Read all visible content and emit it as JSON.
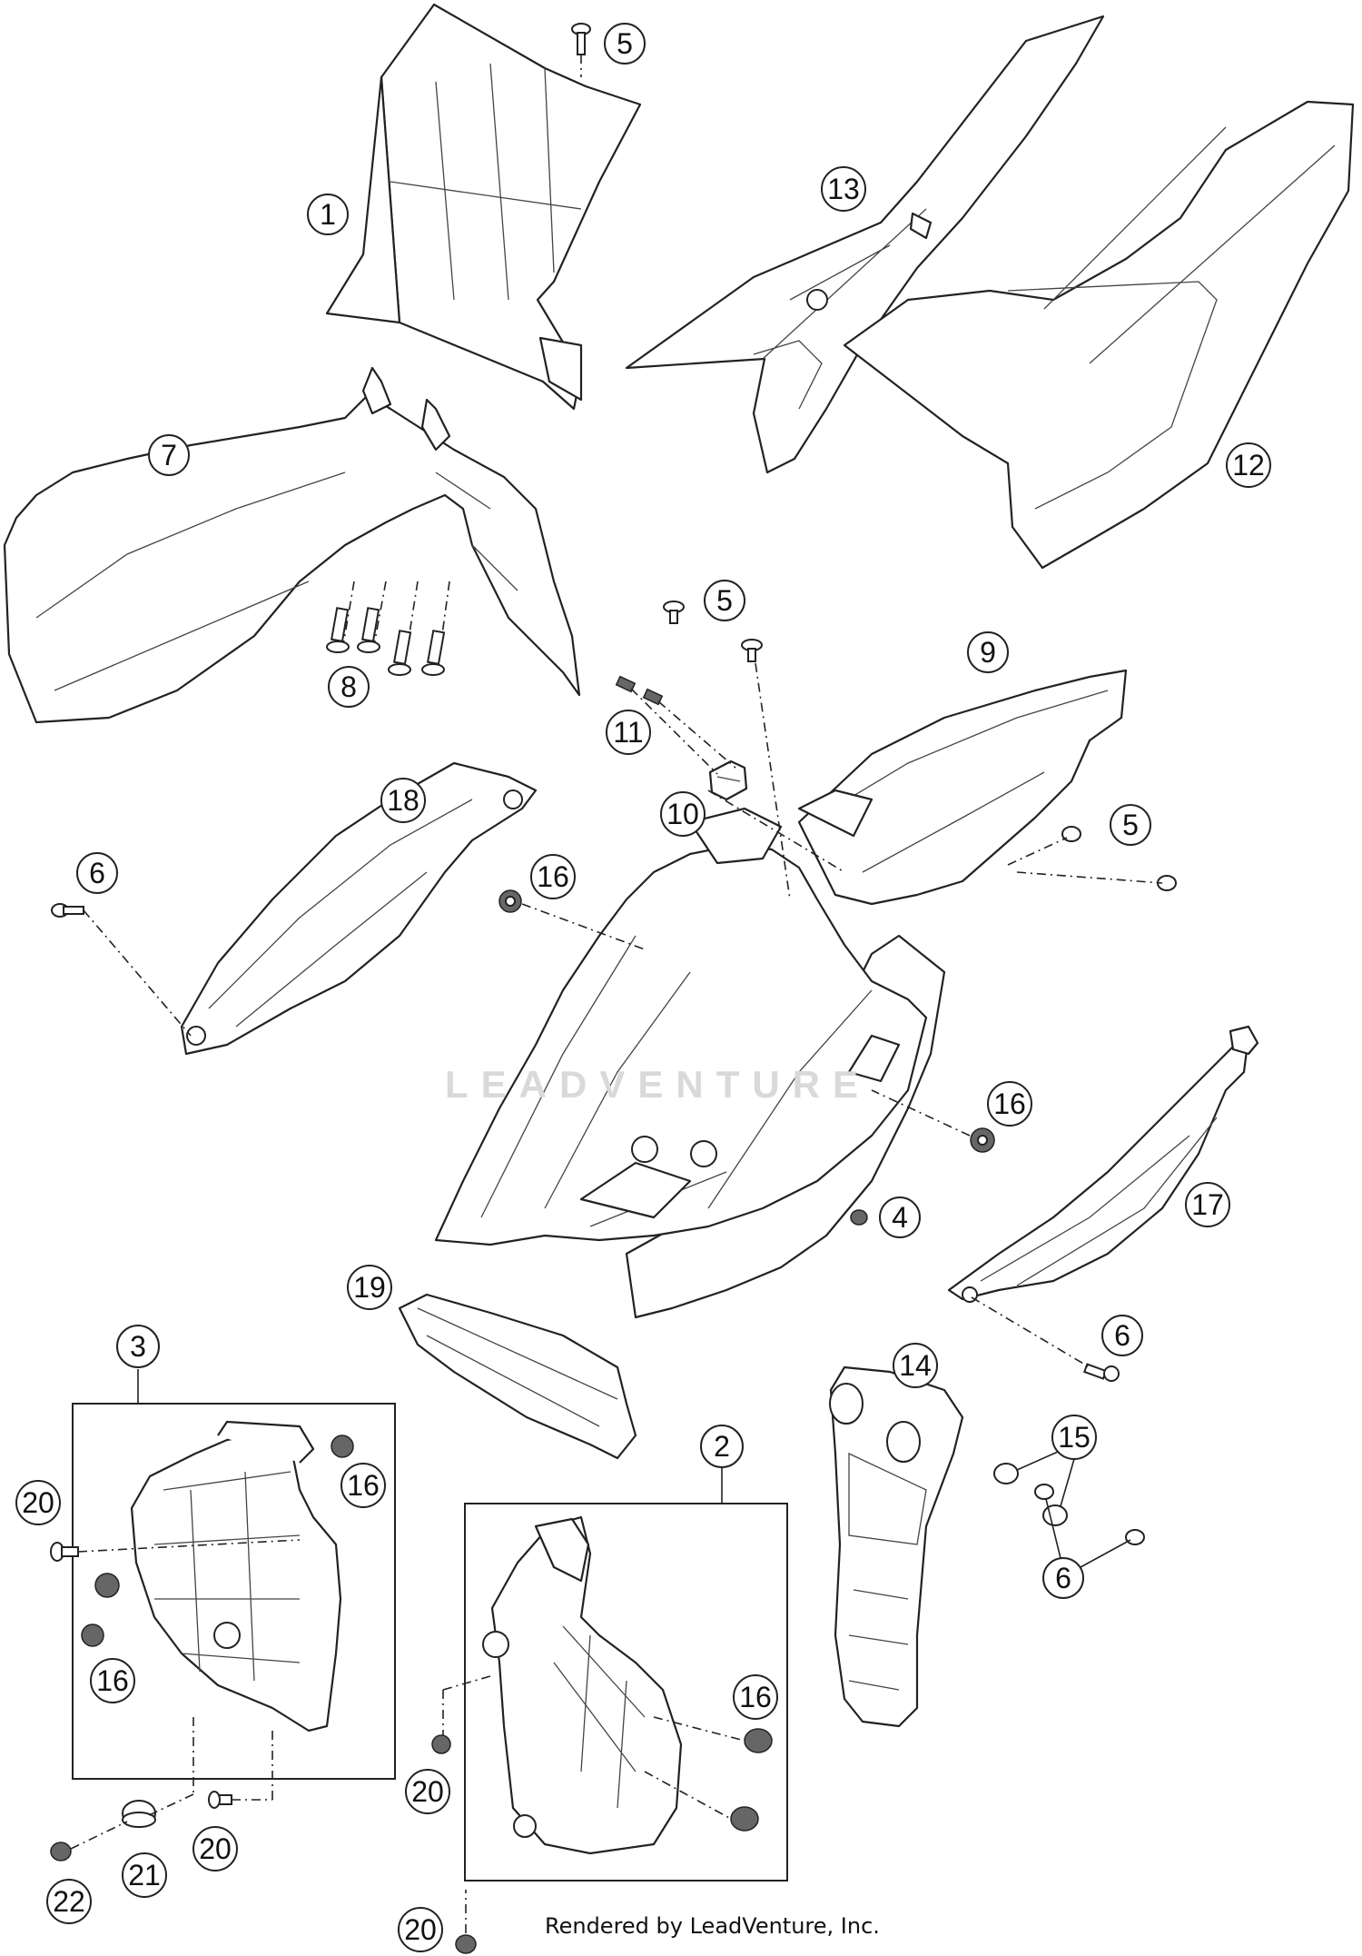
{
  "diagram": {
    "watermark": "LEADVENTURE",
    "credit": "Rendered by LeadVenture, Inc.",
    "callouts": [
      {
        "id": "c1",
        "label": "1"
      },
      {
        "id": "c5a",
        "label": "5"
      },
      {
        "id": "c13",
        "label": "13"
      },
      {
        "id": "c12",
        "label": "12"
      },
      {
        "id": "c7",
        "label": "7"
      },
      {
        "id": "c8",
        "label": "8"
      },
      {
        "id": "c5b",
        "label": "5"
      },
      {
        "id": "c9",
        "label": "9"
      },
      {
        "id": "c11",
        "label": "11"
      },
      {
        "id": "c10",
        "label": "10"
      },
      {
        "id": "c18",
        "label": "18"
      },
      {
        "id": "c16a",
        "label": "16"
      },
      {
        "id": "c5c",
        "label": "5"
      },
      {
        "id": "c6a",
        "label": "6"
      },
      {
        "id": "c16b",
        "label": "16"
      },
      {
        "id": "c4",
        "label": "4"
      },
      {
        "id": "c17",
        "label": "17"
      },
      {
        "id": "c19",
        "label": "19"
      },
      {
        "id": "c6b",
        "label": "6"
      },
      {
        "id": "c3",
        "label": "3"
      },
      {
        "id": "c14",
        "label": "14"
      },
      {
        "id": "c15",
        "label": "15"
      },
      {
        "id": "c2",
        "label": "2"
      },
      {
        "id": "c20a",
        "label": "20"
      },
      {
        "id": "c16c",
        "label": "16"
      },
      {
        "id": "c6c",
        "label": "6"
      },
      {
        "id": "c16d",
        "label": "16"
      },
      {
        "id": "c16e",
        "label": "16"
      },
      {
        "id": "c20b",
        "label": "20"
      },
      {
        "id": "c20c",
        "label": "20"
      },
      {
        "id": "c22",
        "label": "22"
      },
      {
        "id": "c21",
        "label": "21"
      },
      {
        "id": "c20d",
        "label": "20"
      }
    ]
  }
}
